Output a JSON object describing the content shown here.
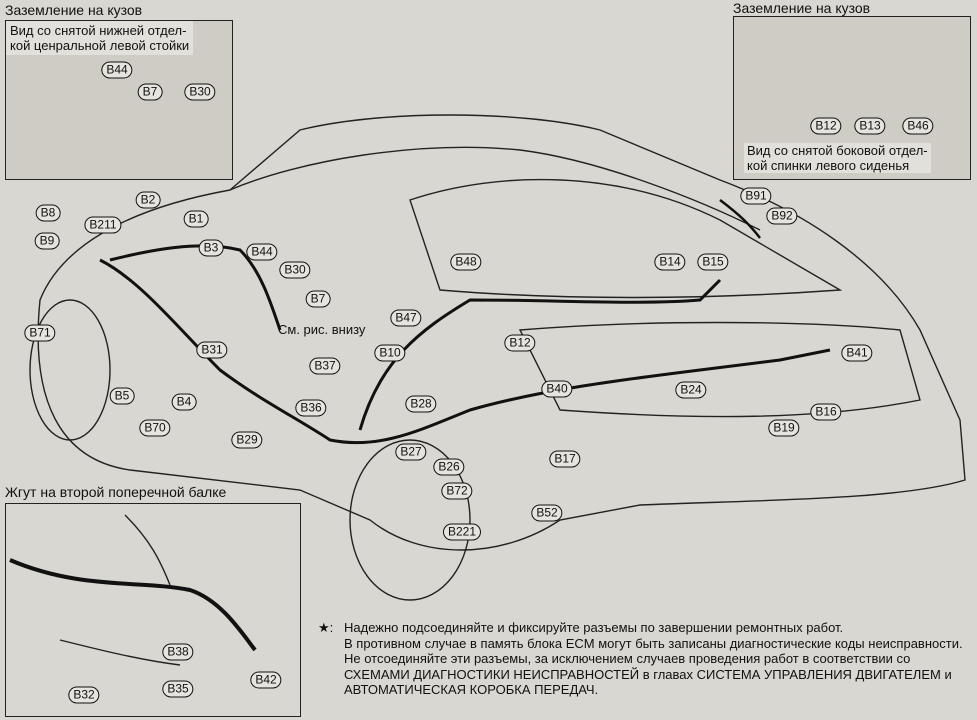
{
  "insets": {
    "top_left": {
      "title": "Заземление на кузов",
      "caption_line1": "Вид со снятой нижней отдел-",
      "caption_line2": "кой ценральной левой стойки"
    },
    "top_right": {
      "title": "Заземление на кузов",
      "caption_line1": "Вид со снятой боковой отдел-",
      "caption_line2": "кой спинки левого сиденья"
    },
    "bottom_left": {
      "title": "Жгут на второй поперечной балке"
    }
  },
  "see_below": "См. рис. внизу",
  "connectors": [
    "B44",
    "B7",
    "B30",
    "B12",
    "B13",
    "B46",
    "B91",
    "B92",
    "B8",
    "B211",
    "B2",
    "B1",
    "B9",
    "B3",
    "B44",
    "B30",
    "B7",
    "B48",
    "B14",
    "B15",
    "B47",
    "B10",
    "B12",
    "B71",
    "B31",
    "B37",
    "B5",
    "B4",
    "B70",
    "B36",
    "B29",
    "B28",
    "B40",
    "B24",
    "B41",
    "B16",
    "B19",
    "B27",
    "B26",
    "B17",
    "B72",
    "B52",
    "B221",
    "B38",
    "B35",
    "B32",
    "B42"
  ],
  "notes": {
    "star": "★:",
    "line1": "Надежно подсоединяйте и фиксируйте разъемы по завершении ремонтных работ.",
    "line2": "В противном случае в память блока ECM могут быть записаны диагностические коды неисправности.",
    "line3": "Не отсоединяйте эти разъемы, за исключением случаев проведения работ в соответствии со СХЕМАМИ ДИАГНОСТИКИ НЕИСПРАВНОСТЕЙ в главах СИСТЕМА УПРАВЛЕНИЯ ДВИГАТЕЛЕМ и АВТОМАТИЧЕСКАЯ КОРОБКА ПЕРЕДАЧ."
  }
}
